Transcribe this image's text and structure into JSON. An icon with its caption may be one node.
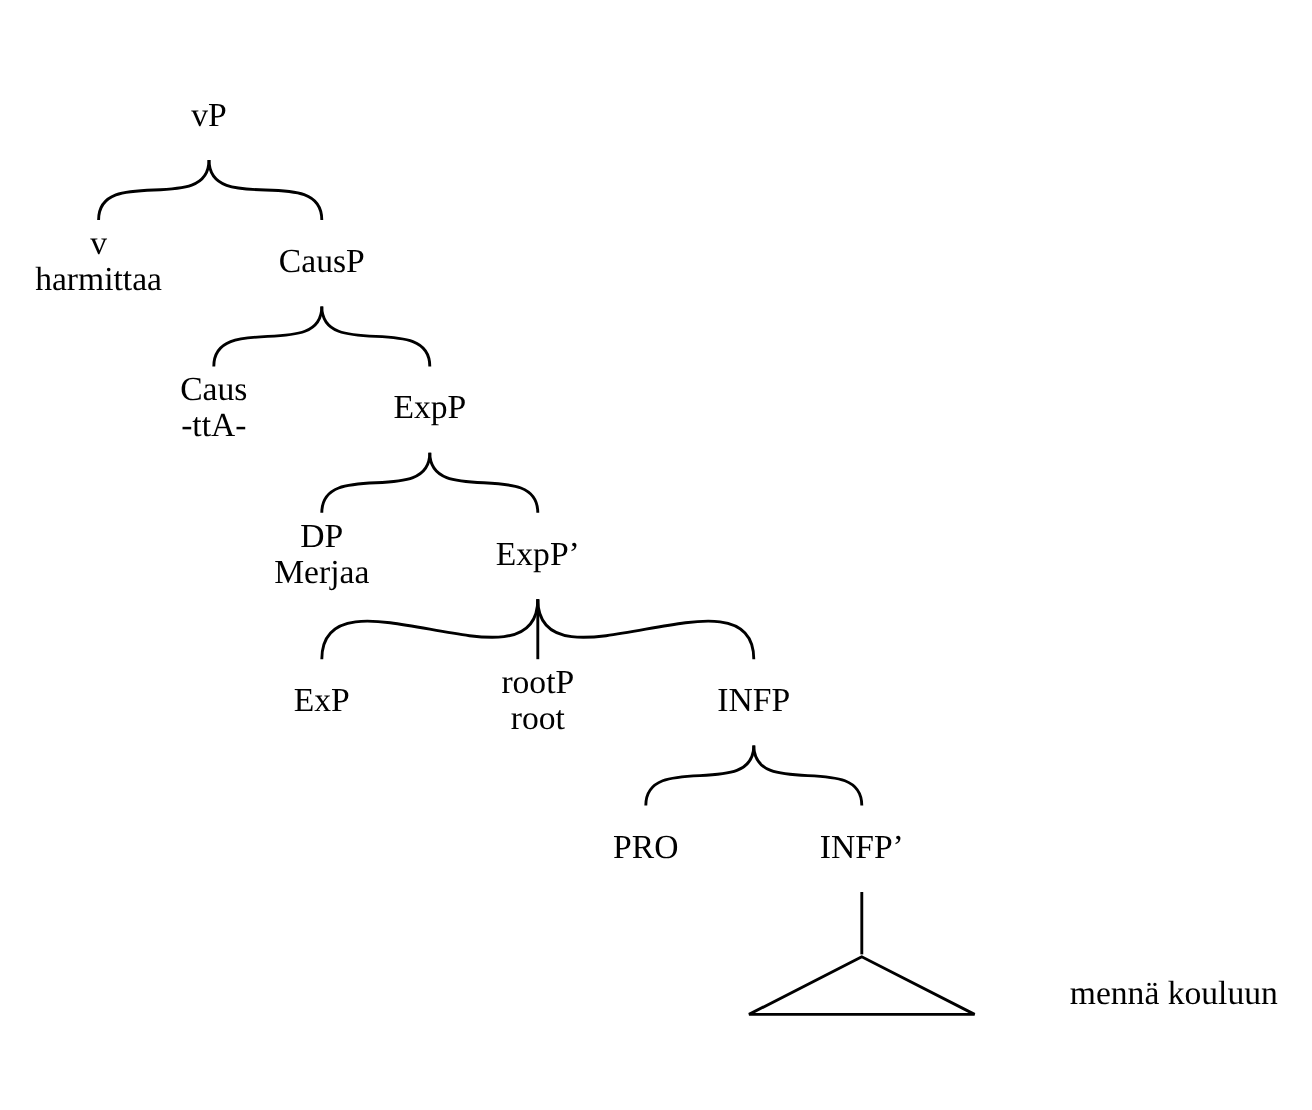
{
  "diagram": {
    "nodes": [
      {
        "text": [
          "vP"
        ]
      },
      {
        "text": [
          "v",
          "harmittaa"
        ]
      },
      {
        "text": [
          "CausP"
        ]
      },
      {
        "text": [
          "Caus",
          "-ttA-"
        ]
      },
      {
        "text": [
          "ExpP"
        ]
      },
      {
        "text": [
          "DP",
          "Merjaa"
        ]
      },
      {
        "text": [
          "ExpP’"
        ]
      },
      {
        "text": [
          "ExP"
        ]
      },
      {
        "text": [
          "rootP",
          "root"
        ]
      },
      {
        "text": [
          "INFP"
        ]
      },
      {
        "text": [
          "PRO"
        ]
      },
      {
        "text": [
          "INFP’"
        ]
      },
      {
        "text": [],
        "shape": "triangle",
        "beside": [
          "mennä kouluun"
        ]
      }
    ],
    "edges": [
      {
        "from": 0,
        "to": 1,
        "arrow": "none"
      },
      {
        "from": 0,
        "to": 2,
        "arrow": "none"
      },
      {
        "from": 2,
        "to": 3,
        "arrow": "none"
      },
      {
        "from": 2,
        "to": 4,
        "arrow": "none"
      },
      {
        "from": 4,
        "to": 5,
        "arrow": "none"
      },
      {
        "from": 4,
        "to": 6,
        "arrow": "none"
      },
      {
        "from": 6,
        "to": 7,
        "arrow": "none"
      },
      {
        "from": 6,
        "to": 8,
        "arrow": "none"
      },
      {
        "from": 6,
        "to": 9,
        "arrow": "none"
      },
      {
        "from": 9,
        "to": 10,
        "arrow": "none"
      },
      {
        "from": 9,
        "to": 11,
        "arrow": "none"
      },
      {
        "from": 11,
        "to": 12,
        "arrow": "none"
      }
    ]
  }
}
